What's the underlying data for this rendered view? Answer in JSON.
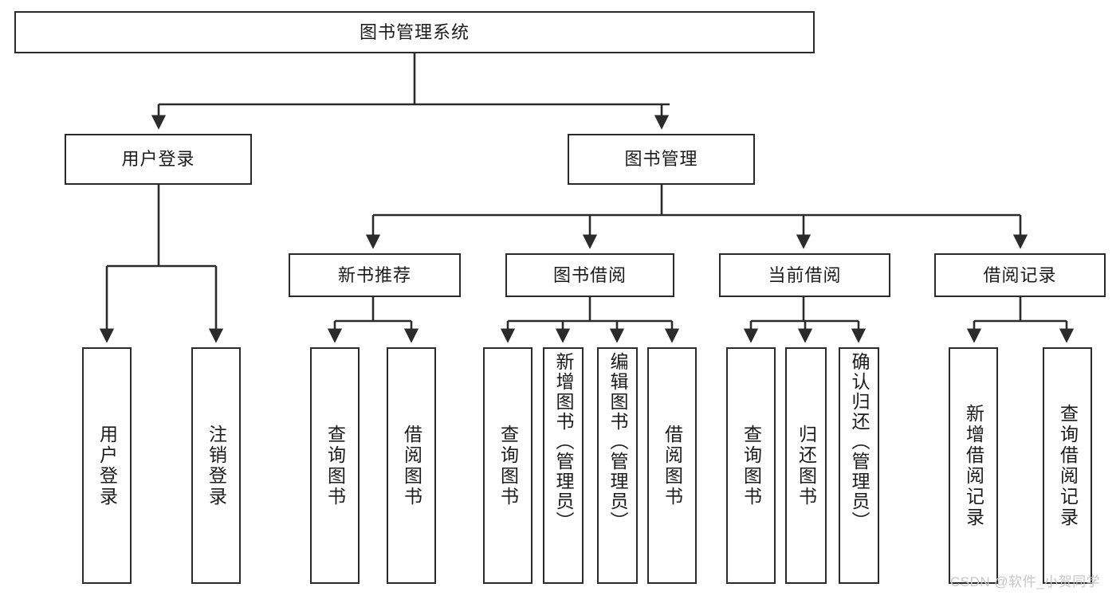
{
  "diagram": {
    "title": "图书管理系统",
    "type": "functional-structure-tree",
    "watermark": "CSDN @软件_小贺同学",
    "colors": {
      "box_border": "#2b2b2b",
      "box_fill": "#ffffff",
      "edge": "#2b2b2b",
      "text": "#1b1b1b",
      "watermark": "#c7c7c7"
    },
    "nodes": {
      "root": {
        "label": "图书管理系统"
      },
      "level1": [
        {
          "label": "用户登录"
        },
        {
          "label": "图书管理"
        }
      ],
      "level2": [
        {
          "label": "新书推荐"
        },
        {
          "label": "图书借阅"
        },
        {
          "label": "当前借阅"
        },
        {
          "label": "借阅记录"
        }
      ],
      "leaves_user_login": [
        {
          "label": "用户登录"
        },
        {
          "label": "注销登录"
        }
      ],
      "leaves_new_book": [
        {
          "label": "查询图书"
        },
        {
          "label": "借阅图书"
        }
      ],
      "leaves_borrow": [
        {
          "label": "查询图书"
        },
        {
          "label": "新增图书（管理员）"
        },
        {
          "label": "编辑图书（管理员）"
        },
        {
          "label": "借阅图书"
        }
      ],
      "leaves_current": [
        {
          "label": "查询图书"
        },
        {
          "label": "归还图书"
        },
        {
          "label": "确认归还（管理员）"
        }
      ],
      "leaves_record": [
        {
          "label": "新增借阅记录"
        },
        {
          "label": "查询借阅记录"
        }
      ]
    }
  }
}
